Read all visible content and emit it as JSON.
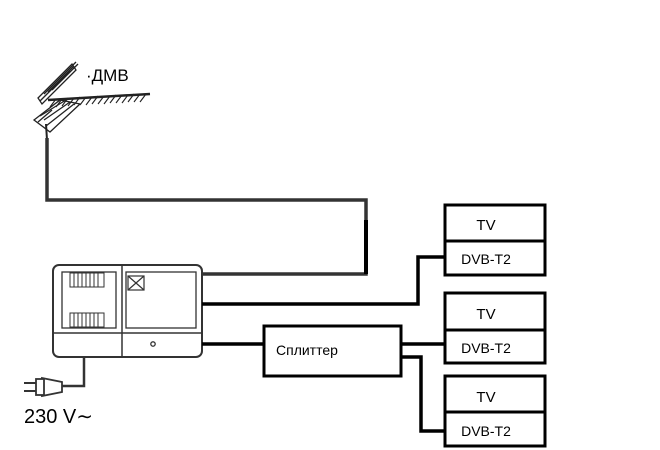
{
  "antenna": {
    "label": "·ДМВ"
  },
  "power": {
    "label": "230 V∼"
  },
  "splitter": {
    "label": "Сплиттер"
  },
  "receivers": [
    {
      "tv": "TV",
      "decoder": "DVB-T2"
    },
    {
      "tv": "TV",
      "decoder": "DVB-T2"
    },
    {
      "tv": "TV",
      "decoder": "DVB-T2"
    }
  ]
}
